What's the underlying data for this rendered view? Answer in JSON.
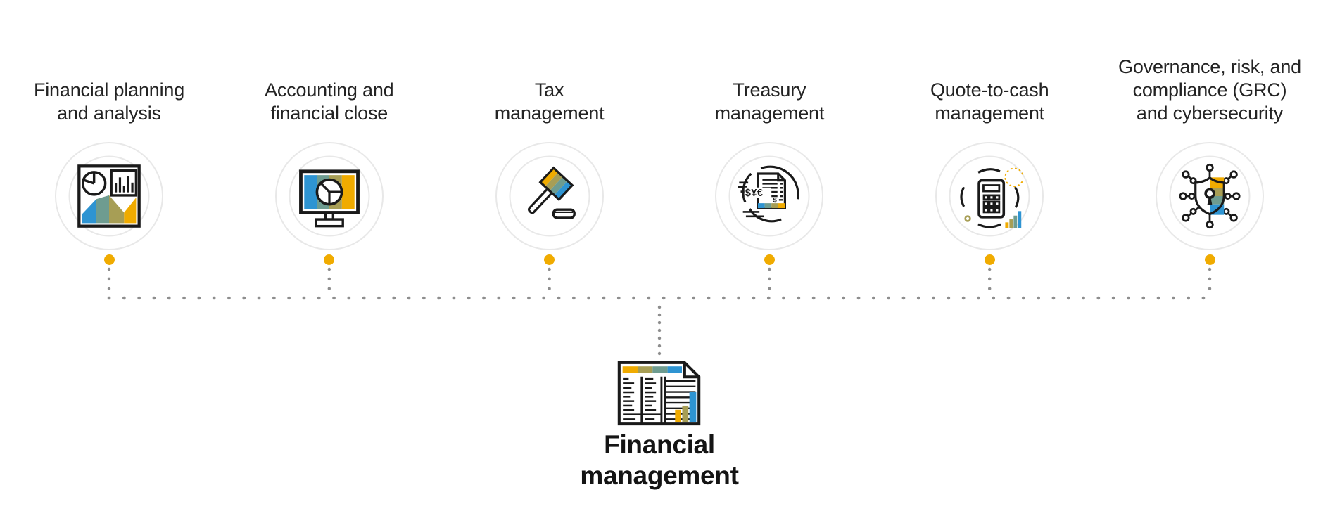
{
  "palette": {
    "blue": "#2E94D2",
    "teal": "#6E9C90",
    "olive": "#A79E55",
    "gold": "#F0AB00",
    "ring_gray": "#E8E8E8",
    "dot_gray": "#8E8E8E",
    "stroke_black": "#1A1A1A",
    "text": "#232323"
  },
  "diagram": {
    "nodes": [
      {
        "label": "Financial planning and analysis",
        "label_lines": [
          "Financial planning",
          "and analysis"
        ],
        "icon": "pie-bar-area-chart-icon"
      },
      {
        "label": "Accounting and financial close",
        "label_lines": [
          "Accounting and",
          "financial close"
        ],
        "icon": "monitor-pie-chart-icon"
      },
      {
        "label": "Tax management",
        "label_lines": [
          "Tax",
          "management"
        ],
        "icon": "gavel-icon"
      },
      {
        "label": "Treasury management",
        "label_lines": [
          "Treasury",
          "management"
        ],
        "icon": "currency-document-cycle-icon"
      },
      {
        "label": "Quote-to-cash management",
        "label_lines": [
          "Quote-to-cash",
          "management"
        ],
        "icon": "calculator-cycle-icon"
      },
      {
        "label": "Governance, risk, and compliance (GRC) and cybersecurity",
        "label_lines": [
          "Governance, risk, and",
          "compliance (GRC)",
          "and cybersecurity"
        ],
        "icon": "shield-network-icon"
      }
    ],
    "center": {
      "label": "Financial management",
      "label_lines": [
        "Financial",
        "management"
      ],
      "icon": "spreadsheet-report-icon"
    },
    "doc_text": {
      "currencies": "$¥€",
      "small_dollar": "$"
    }
  }
}
